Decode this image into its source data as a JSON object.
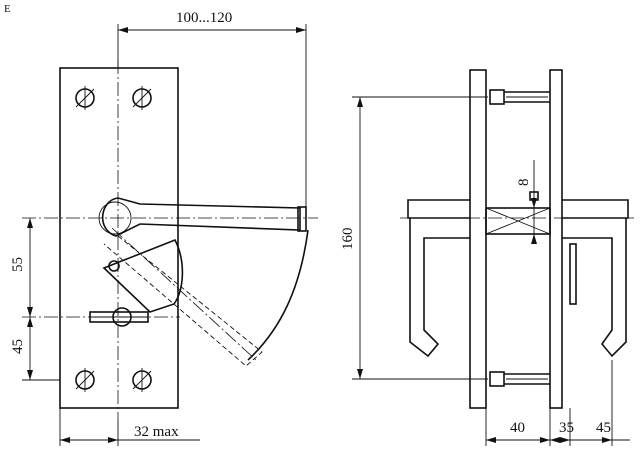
{
  "drawing": {
    "front_view": {
      "dim_top": "100...120",
      "dim_upper_left": "55",
      "dim_lower_left": "45",
      "dim_bottom": "32 max"
    },
    "side_view": {
      "dim_height": "160",
      "dim_square": "8",
      "dim_bottom_1": "40",
      "dim_bottom_2": "35",
      "dim_bottom_3": "45"
    },
    "margin_mark": "E"
  }
}
